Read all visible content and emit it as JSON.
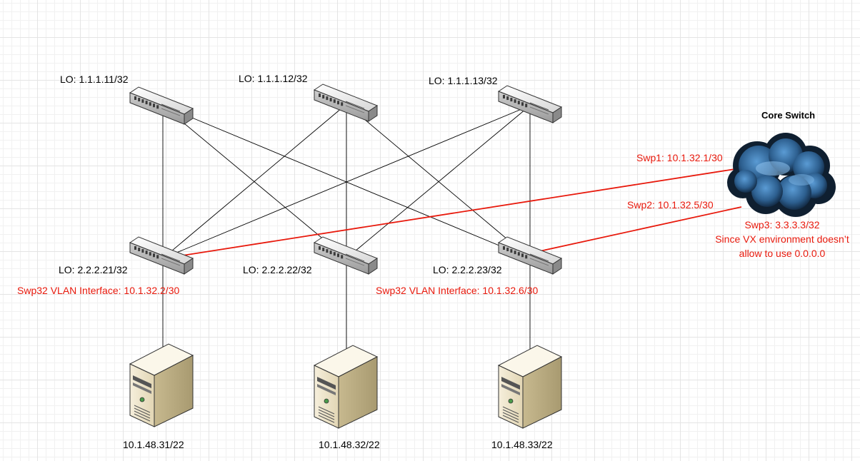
{
  "colors": {
    "link": "#000000",
    "uplink": "#e8190c",
    "annotation": "#e8190c"
  },
  "spines": [
    {
      "id": "spine1",
      "label": "LO: 1.1.1.11/32",
      "icon": "switch-icon"
    },
    {
      "id": "spine2",
      "label": "LO: 1.1.1.12/32",
      "icon": "switch-icon"
    },
    {
      "id": "spine3",
      "label": "LO: 1.1.1.13/32",
      "icon": "switch-icon"
    }
  ],
  "leaves": [
    {
      "id": "leaf1",
      "label": "LO: 2.2.2.21/32",
      "vlan": "Swp32 VLAN Interface: 10.1.32.2/30",
      "icon": "switch-icon"
    },
    {
      "id": "leaf2",
      "label": "LO: 2.2.2.22/32",
      "vlan": "",
      "icon": "switch-icon"
    },
    {
      "id": "leaf3",
      "label": "LO: 2.2.2.23/32",
      "vlan": "Swp32 VLAN Interface: 10.1.32.6/30",
      "icon": "switch-icon"
    }
  ],
  "servers": [
    {
      "id": "server1",
      "label": "10.1.48.31/22",
      "icon": "server-icon"
    },
    {
      "id": "server2",
      "label": "10.1.48.32/22",
      "icon": "server-icon"
    },
    {
      "id": "server3",
      "label": "10.1.48.33/22",
      "icon": "server-icon"
    }
  ],
  "core": {
    "title": "Core Switch",
    "icon": "cloud-icon",
    "swp1": "Swp1: 10.1.32.1/30",
    "swp2": "Swp2: 10.1.32.5/30",
    "swp3": "Swp3: 3.3.3.3/32",
    "note_line1": "Since VX environment doesn’t",
    "note_line2": "allow to use 0.0.0.0"
  },
  "links": [
    {
      "from": "spine1",
      "to": "leaf1",
      "type": "fabric"
    },
    {
      "from": "spine1",
      "to": "leaf2",
      "type": "fabric"
    },
    {
      "from": "spine1",
      "to": "leaf3",
      "type": "fabric"
    },
    {
      "from": "spine2",
      "to": "leaf1",
      "type": "fabric"
    },
    {
      "from": "spine2",
      "to": "leaf2",
      "type": "fabric"
    },
    {
      "from": "spine2",
      "to": "leaf3",
      "type": "fabric"
    },
    {
      "from": "spine3",
      "to": "leaf1",
      "type": "fabric"
    },
    {
      "from": "spine3",
      "to": "leaf2",
      "type": "fabric"
    },
    {
      "from": "spine3",
      "to": "leaf3",
      "type": "fabric"
    },
    {
      "from": "leaf1",
      "to": "server1",
      "type": "access"
    },
    {
      "from": "leaf2",
      "to": "server2",
      "type": "access"
    },
    {
      "from": "leaf3",
      "to": "server3",
      "type": "access"
    },
    {
      "from": "leaf1",
      "to": "core",
      "type": "uplink"
    },
    {
      "from": "leaf3",
      "to": "core",
      "type": "uplink"
    }
  ]
}
